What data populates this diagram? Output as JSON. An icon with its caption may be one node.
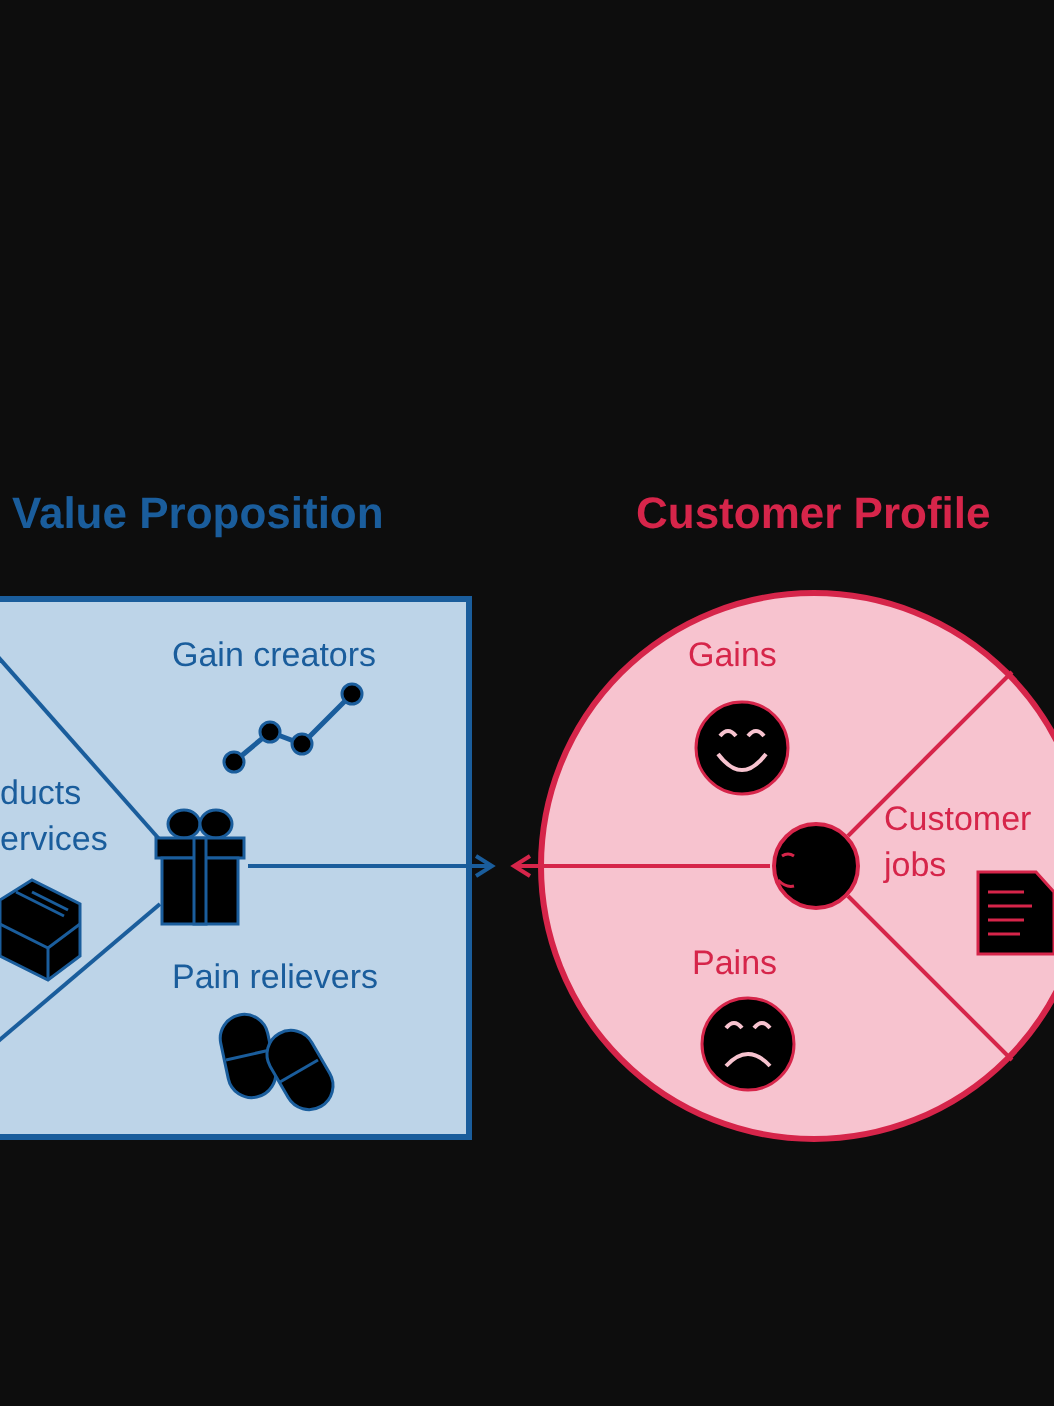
{
  "diagram": {
    "nodes": [
      {
        "text": [
          "Value Proposition"
        ]
      },
      {
        "text": [
          "Gain creators"
        ],
        "in": 0
      },
      {
        "text": [
          "ducts ervices"
        ],
        "in": 0
      },
      {
        "text": [
          "Pain relievers"
        ],
        "in": 0
      },
      {
        "text": [],
        "shape": "gift",
        "in": 0
      },
      {
        "text": [
          "Customer Profile"
        ]
      },
      {
        "text": [
          "Gains"
        ],
        "in": 5
      },
      {
        "text": [
          "Customer jobs"
        ],
        "in": 5
      },
      {
        "text": [
          "Pains"
        ],
        "in": 5
      },
      {
        "text": [],
        "shape": "circle",
        "in": 5
      }
    ],
    "edges": [
      {
        "from": 4,
        "to": null,
        "arrow": "to",
        "color": "#1a5d9c"
      },
      {
        "from": 9,
        "to": null,
        "arrow": "to",
        "color": "#d6254a"
      }
    ]
  }
}
